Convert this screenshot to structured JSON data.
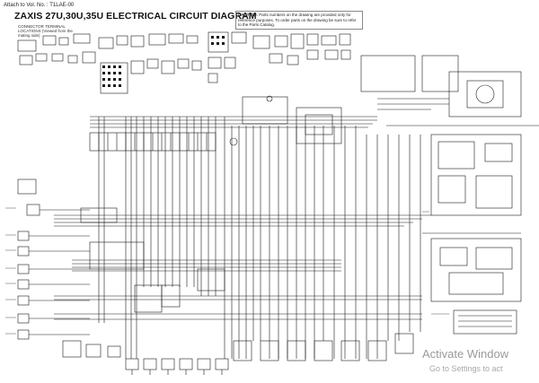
{
  "header": {
    "attach_note": "Attach to Vol. No. : T1LAE-00",
    "title": "ZAXIS 27U,30U,35U ELECTRICAL CIRCUIT DIAGRAM",
    "caution_title": "CAUTION:",
    "caution_text": "Parts numbers on the drawing are provided only for reference purposes. To order parts on the drawing be sure to refer to the Parts Catalog."
  },
  "connector_note": "CONNECTOR TERMINAL LOCATIONS (Viewed from the mating side)",
  "watermark": {
    "line1": "Activate Window",
    "line2": "Go to Settings to act"
  },
  "colors": {
    "line": "#1a1a1a",
    "wire": "#333333",
    "component": "#555555",
    "watermark": "#9a9a9a"
  }
}
